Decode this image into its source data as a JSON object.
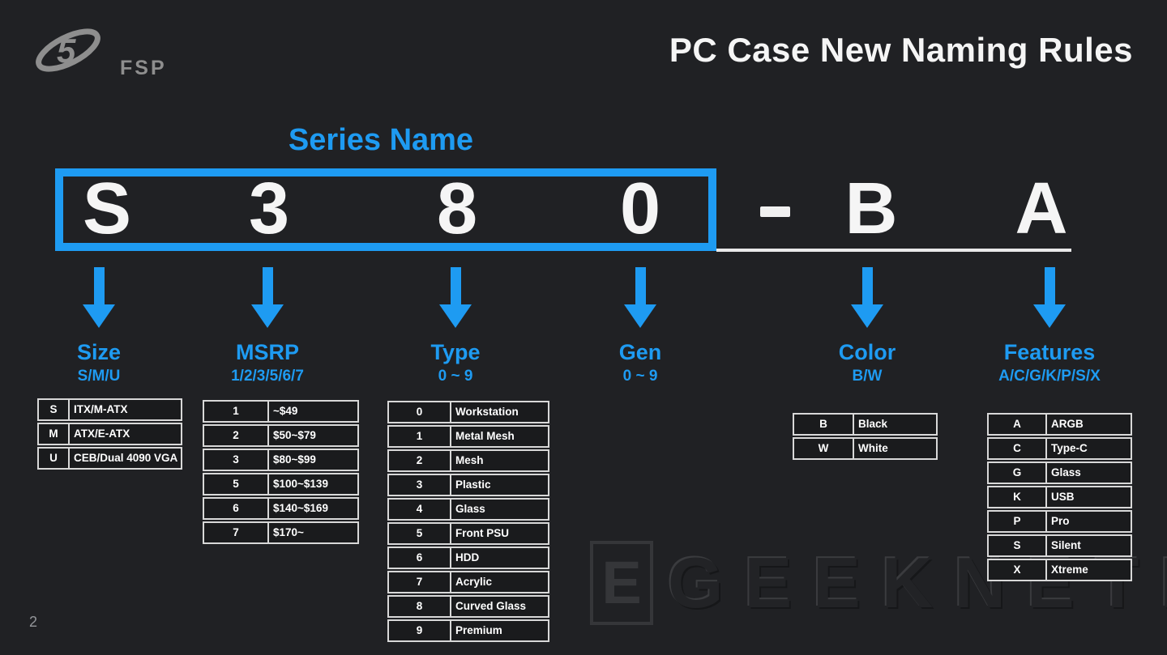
{
  "header": {
    "brand": "FSP",
    "title": "PC Case New Naming Rules"
  },
  "series": {
    "label": "Series Name",
    "boxed_chars": [
      "S",
      "3",
      "8",
      "0"
    ],
    "separator": "-",
    "suffix_chars": [
      "B",
      "A"
    ]
  },
  "columns": [
    {
      "title": "Size",
      "subtitle": "S/M/U",
      "table": {
        "rows": [
          [
            "S",
            "ITX/M-ATX"
          ],
          [
            "M",
            "ATX/E-ATX"
          ],
          [
            "U",
            "CEB/Dual 4090 VGA"
          ]
        ]
      }
    },
    {
      "title": "MSRP",
      "subtitle": "1/2/3/5/6/7",
      "table": {
        "rows": [
          [
            "1",
            "~$49"
          ],
          [
            "2",
            "$50~$79"
          ],
          [
            "3",
            "$80~$99"
          ],
          [
            "5",
            "$100~$139"
          ],
          [
            "6",
            "$140~$169"
          ],
          [
            "7",
            "$170~"
          ]
        ]
      }
    },
    {
      "title": "Type",
      "subtitle": "0 ~ 9",
      "table": {
        "rows": [
          [
            "0",
            "Workstation"
          ],
          [
            "1",
            "Metal Mesh"
          ],
          [
            "2",
            "Mesh"
          ],
          [
            "3",
            "Plastic"
          ],
          [
            "4",
            "Glass"
          ],
          [
            "5",
            "Front PSU"
          ],
          [
            "6",
            "HDD"
          ],
          [
            "7",
            "Acrylic"
          ],
          [
            "8",
            "Curved Glass"
          ],
          [
            "9",
            "Premium"
          ]
        ]
      }
    },
    {
      "title": "Gen",
      "subtitle": "0 ~ 9",
      "table": {
        "rows": []
      }
    },
    {
      "title": "Color",
      "subtitle": "B/W",
      "table": {
        "rows": [
          [
            "B",
            "Black"
          ],
          [
            "W",
            "White"
          ]
        ]
      }
    },
    {
      "title": "Features",
      "subtitle": "A/C/G/K/P/S/X",
      "table": {
        "rows": [
          [
            "A",
            "ARGB"
          ],
          [
            "C",
            "Type-C"
          ],
          [
            "G",
            "Glass"
          ],
          [
            "K",
            "USB"
          ],
          [
            "P",
            "Pro"
          ],
          [
            "S",
            "Silent"
          ],
          [
            "X",
            "Xtreme"
          ]
        ]
      }
    }
  ],
  "footer": {
    "page_number": "2",
    "watermark": "GEEKNETIC",
    "watermark_logo_letter": "E"
  },
  "colors": {
    "background": "#202124",
    "accent_blue": "#1E9BF2",
    "text_white": "#F5F5F5",
    "table_border": "#D8D8D8",
    "logo_gray": "#8E8E8E"
  }
}
